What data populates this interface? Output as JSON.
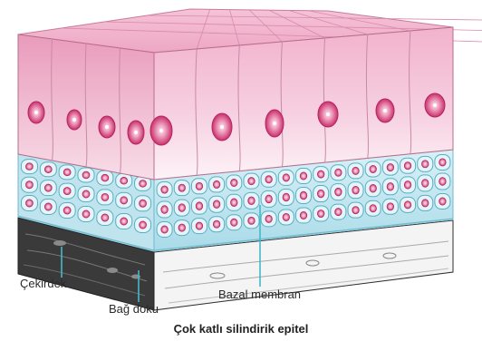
{
  "labels": {
    "nucleus": "Çekirdek",
    "connective_tissue": "Bağ doku",
    "basal_membrane": "Bazal membran"
  },
  "caption": "Çok katlı silindirik epitel",
  "colors": {
    "columnar_top": "#f2b6cf",
    "columnar_mid": "#f7d3e2",
    "columnar_fade": "#fbeef3",
    "basal_cell": "#bfe4ee",
    "basal_cell_light": "#e4f5f9",
    "nucleus_outer": "#d8417b",
    "nucleus_inner": "#f6c6d9",
    "connective": "#3f3f3f",
    "membrane": "#8fcfe0",
    "pointer": "#46b7c9"
  }
}
